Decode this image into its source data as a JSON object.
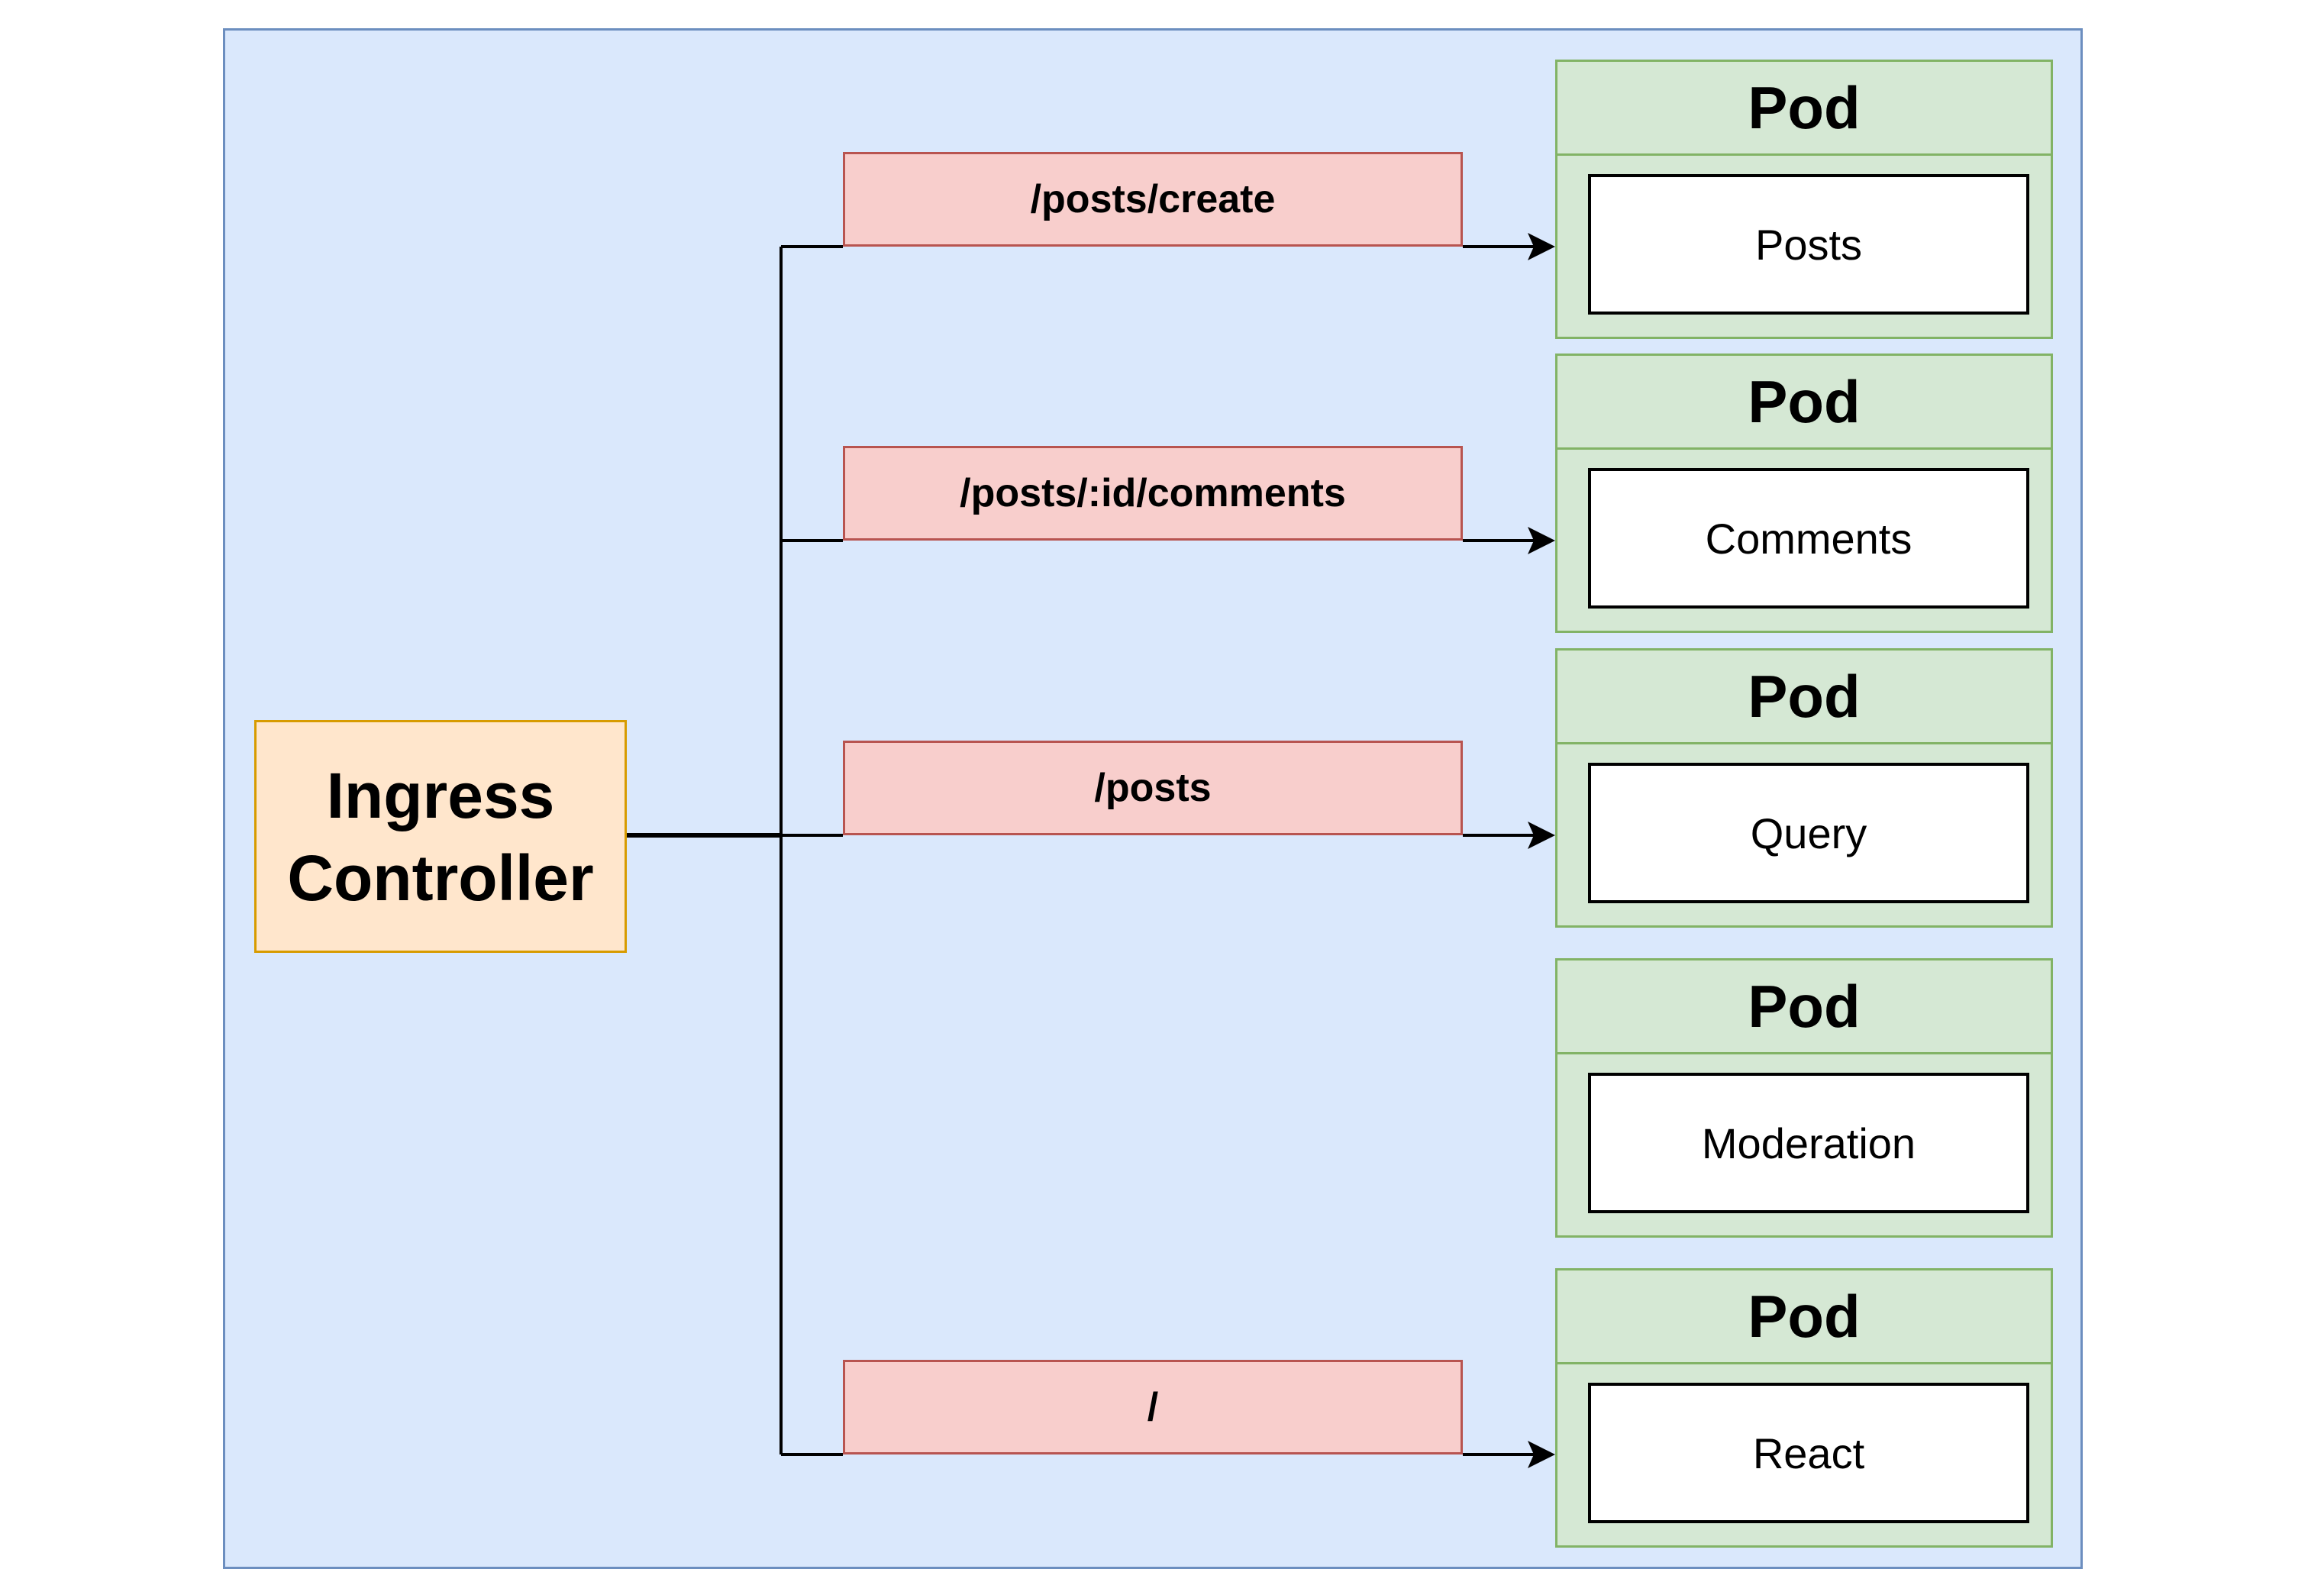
{
  "ingress": {
    "label_line1": "Ingress",
    "label_line2": "Controller"
  },
  "routes": [
    {
      "path": "/posts/create"
    },
    {
      "path": "/posts/:id/comments"
    },
    {
      "path": "/posts"
    },
    {
      "path": "/"
    }
  ],
  "pods": [
    {
      "title": "Pod",
      "service": "Posts"
    },
    {
      "title": "Pod",
      "service": "Comments"
    },
    {
      "title": "Pod",
      "service": "Query"
    },
    {
      "title": "Pod",
      "service": "Moderation"
    },
    {
      "title": "Pod",
      "service": "React"
    }
  ],
  "colors": {
    "cluster_fill": "#dae8fc",
    "cluster_stroke": "#6c8ebf",
    "ingress_fill": "#ffe6cc",
    "ingress_stroke": "#d79b00",
    "route_fill": "#f8cecc",
    "route_stroke": "#b85450",
    "pod_fill": "#d5e8d4",
    "pod_stroke": "#82b366"
  }
}
